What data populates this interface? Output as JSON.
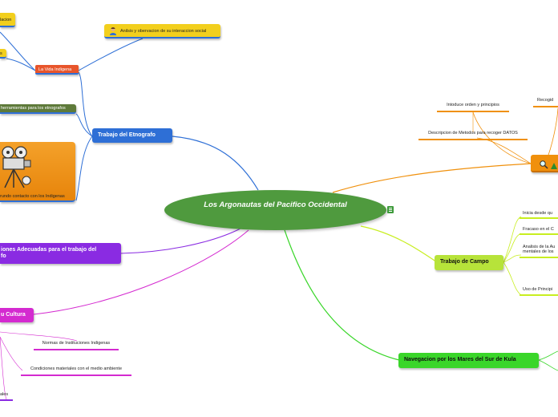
{
  "central_topic": "Los Argonautas del Pacifico Occidental",
  "branches": {
    "trabajo_etnografo": {
      "label": "Trabajo del Etnografo",
      "children": {
        "vida_indigena": "La Vida Indigena",
        "analisis": "Anilsis y obervacion de su interaccion social",
        "relacion_partial": "lacion",
        "s_partial": "s",
        "herramientas": "herramientas para los etnografos",
        "contacto": "rundo contacto con los Indigenas"
      }
    },
    "condiciones": {
      "label_line1": "iones Adecuadas para el trabajo del",
      "label_line2": "fo"
    },
    "cultura": {
      "label": "u Cultura",
      "children": {
        "normas": "Normas de Instituciones Indigenas",
        "condiciones_materiales": "Condiciones materiales con el medio ambiente",
        "ales_partial": "ales"
      }
    },
    "metodos": {
      "children": {
        "introduce": "Intoduce orden y principios",
        "recogida_partial": "Recogid",
        "descripcion": "Descripcion de Metodos para recoger DATOS"
      }
    },
    "trabajo_campo": {
      "label": "Trabajo de Campo",
      "children": {
        "inicia": "Inicia desde qu",
        "fracaso": "Fracaso en el C",
        "analisis_line1": "Analisis de la Au",
        "analisis_line2": "mentales de los",
        "uso": "Uso de Principi"
      }
    },
    "navegacion": {
      "label": "Navegacion por los Mares del Sur de Kula"
    }
  },
  "colors": {
    "center": "#4f9a3e",
    "trabajo_etnografo": "#2e6fd6",
    "vida_indigena": "#e8552b",
    "yellow_node": "#f2cf1d",
    "herramientas": "#5e7a3a",
    "contacto": "#f0900c",
    "condiciones": "#8a2be2",
    "cultura": "#d42ad0",
    "metodos": "#f0900c",
    "trabajo_campo": "#b7e33a",
    "navegacion": "#3ad62a"
  },
  "icons": [
    "person-icon",
    "film-camera-icon",
    "magnifier-icon",
    "note-icon"
  ]
}
